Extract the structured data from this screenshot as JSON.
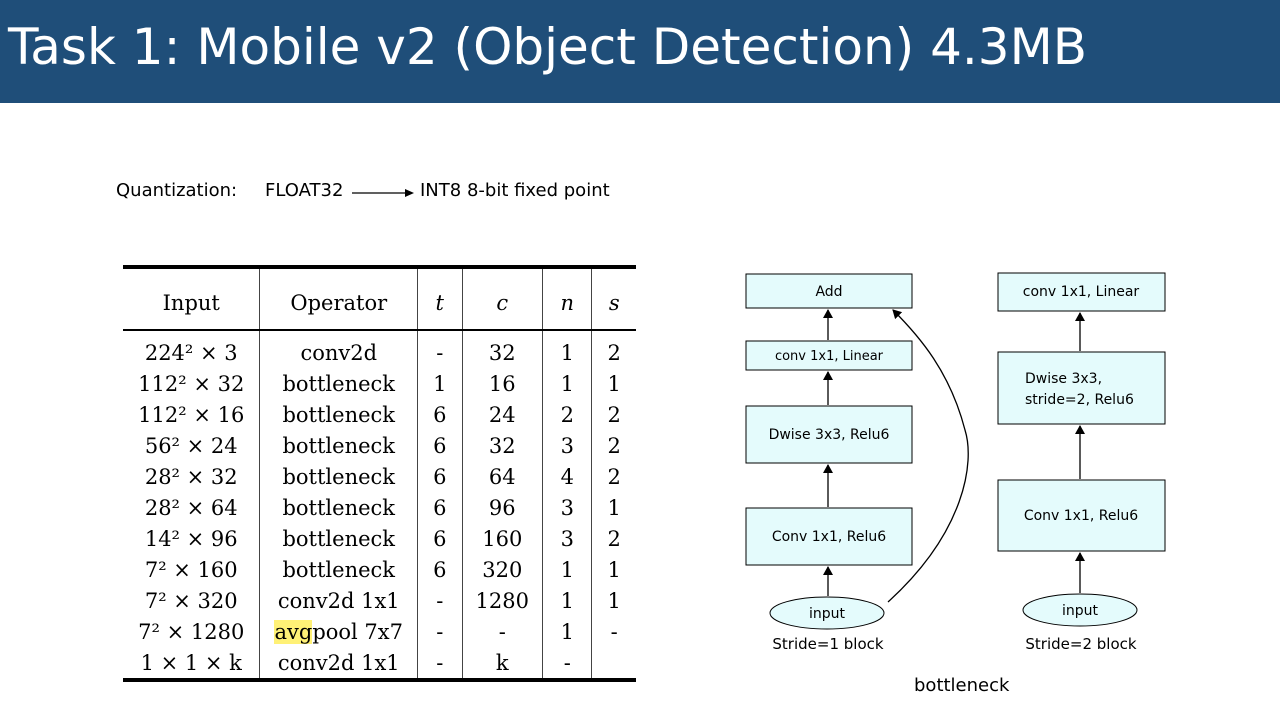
{
  "title": "Task 1: Mobile v2 (Object Detection) 4.3MB",
  "quantization": {
    "label": "Quantization:",
    "from": "FLOAT32",
    "to": "INT8 8-bit fixed point"
  },
  "table": {
    "headers": [
      "Input",
      "Operator",
      "t",
      "c",
      "n",
      "s"
    ],
    "rows": [
      [
        "224² × 3",
        "conv2d",
        "-",
        "32",
        "1",
        "2"
      ],
      [
        "112² × 32",
        "bottleneck",
        "1",
        "16",
        "1",
        "1"
      ],
      [
        "112² × 16",
        "bottleneck",
        "6",
        "24",
        "2",
        "2"
      ],
      [
        "56² × 24",
        "bottleneck",
        "6",
        "32",
        "3",
        "2"
      ],
      [
        "28² × 32",
        "bottleneck",
        "6",
        "64",
        "4",
        "2"
      ],
      [
        "28² × 64",
        "bottleneck",
        "6",
        "96",
        "3",
        "1"
      ],
      [
        "14² × 96",
        "bottleneck",
        "6",
        "160",
        "3",
        "2"
      ],
      [
        "7² × 160",
        "bottleneck",
        "6",
        "320",
        "1",
        "1"
      ],
      [
        "7² × 320",
        "conv2d 1x1",
        "-",
        "1280",
        "1",
        "1"
      ],
      [
        "7² × 1280",
        "avgpool 7x7",
        "-",
        "-",
        "1",
        "-"
      ],
      [
        "1 × 1 × k",
        "conv2d 1x1",
        "-",
        "k",
        "-",
        ""
      ]
    ],
    "highlight": {
      "text": "avg",
      "color": "#fff176"
    }
  },
  "diagram": {
    "stride1": {
      "add": "Add",
      "conv_linear": "conv 1x1, Linear",
      "dwise": "Dwise 3x3, Relu6",
      "conv_relu": "Conv 1x1, Relu6",
      "input": "input",
      "label": "Stride=1 block"
    },
    "stride2": {
      "conv_linear": "conv 1x1, Linear",
      "dwise_line1": "Dwise 3x3,",
      "dwise_line2": "stride=2, Relu6",
      "conv_relu": "Conv 1x1, Relu6",
      "input": "input",
      "label": "Stride=2 block"
    },
    "box_fill": "#e4fbfc"
  },
  "caption": "bottleneck",
  "colors": {
    "header": "#1f4e79",
    "header_text": "#ffffff"
  }
}
